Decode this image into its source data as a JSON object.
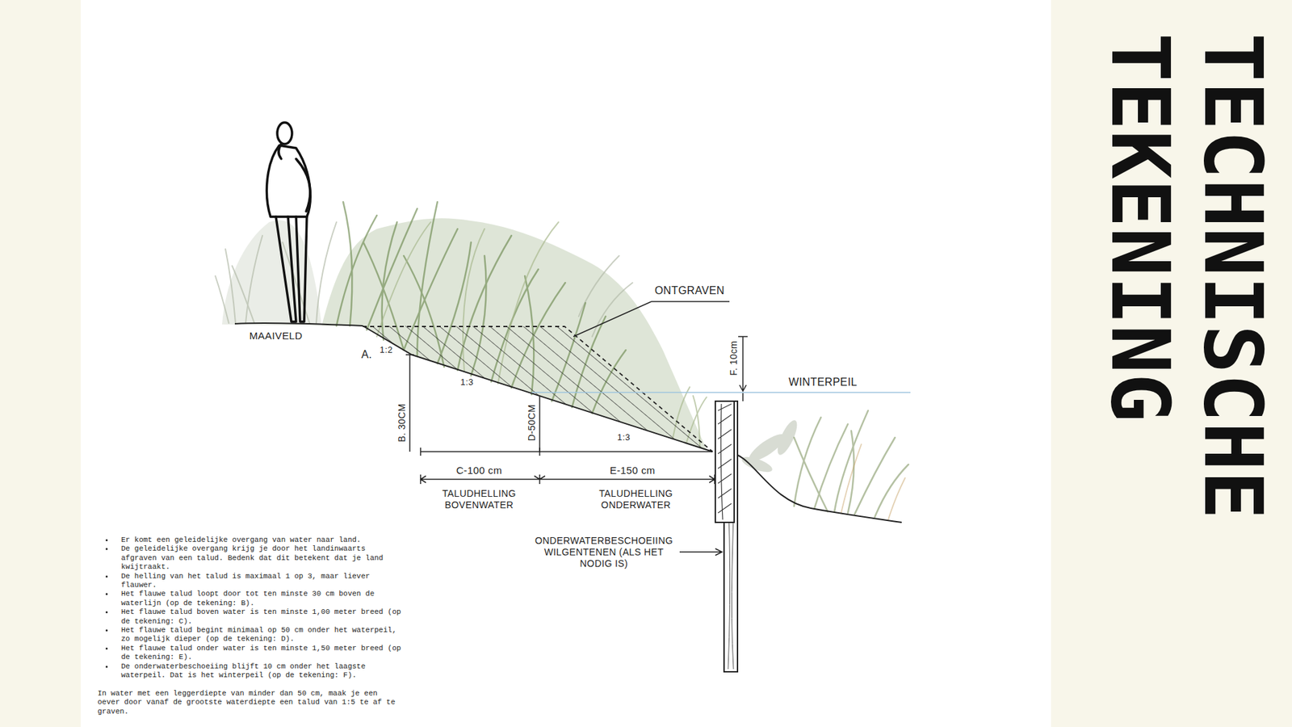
{
  "diagram": {
    "title": "TECHNISCHE TEKENING",
    "labels": [
      "MAAIVELD",
      "A.",
      "1:2",
      "1:3",
      "ONTGRAVEN",
      "F. 10cm",
      "WINTERPEIL",
      "B. 30CM",
      "D-50CM",
      "1:3",
      "C-100 cm",
      "E-150 cm",
      "TALUDHELLING BOVENWATER",
      "TALUDHELLING ONDERWATER",
      "ONDERWATERBESCHOEIING WILGENTENEN (ALS HET NODIG IS)",
      "Er komt een geleidelijke overgang van water naar land.",
      "De geleidelijke overgang krijg je door het landinwaarts afgraven van een talud. Bedenk dat dit betekent dat je land kwijtraakt.",
      "De helling van het talud is maximaal 1 op 3, maar liever flauwer.",
      "Het flauwe talud loopt door tot ten minste 30 cm boven de waterlijn (op de tekening: B).",
      "Het flauwe talud boven water is ten minste 1,00 meter breed (op de tekening: C).",
      "Het flauwe talud begint minimaal op 50 cm onder het waterpeil, zo mogelijk dieper (op de tekening: D).",
      "Het flauwe talud onder water is ten minste 1,50 meter breed (op de tekening: E).",
      "De onderwaterbeschoeiing blijft 10 cm onder het laagste waterpeil. Dat is het winterpeil (op de tekening: F).",
      "In water met een leggerdiepte van minder dan 50 cm, maak je een oever door vanaf de grootste waterdiepte een talud van 1:5 te af te graven."
    ]
  }
}
